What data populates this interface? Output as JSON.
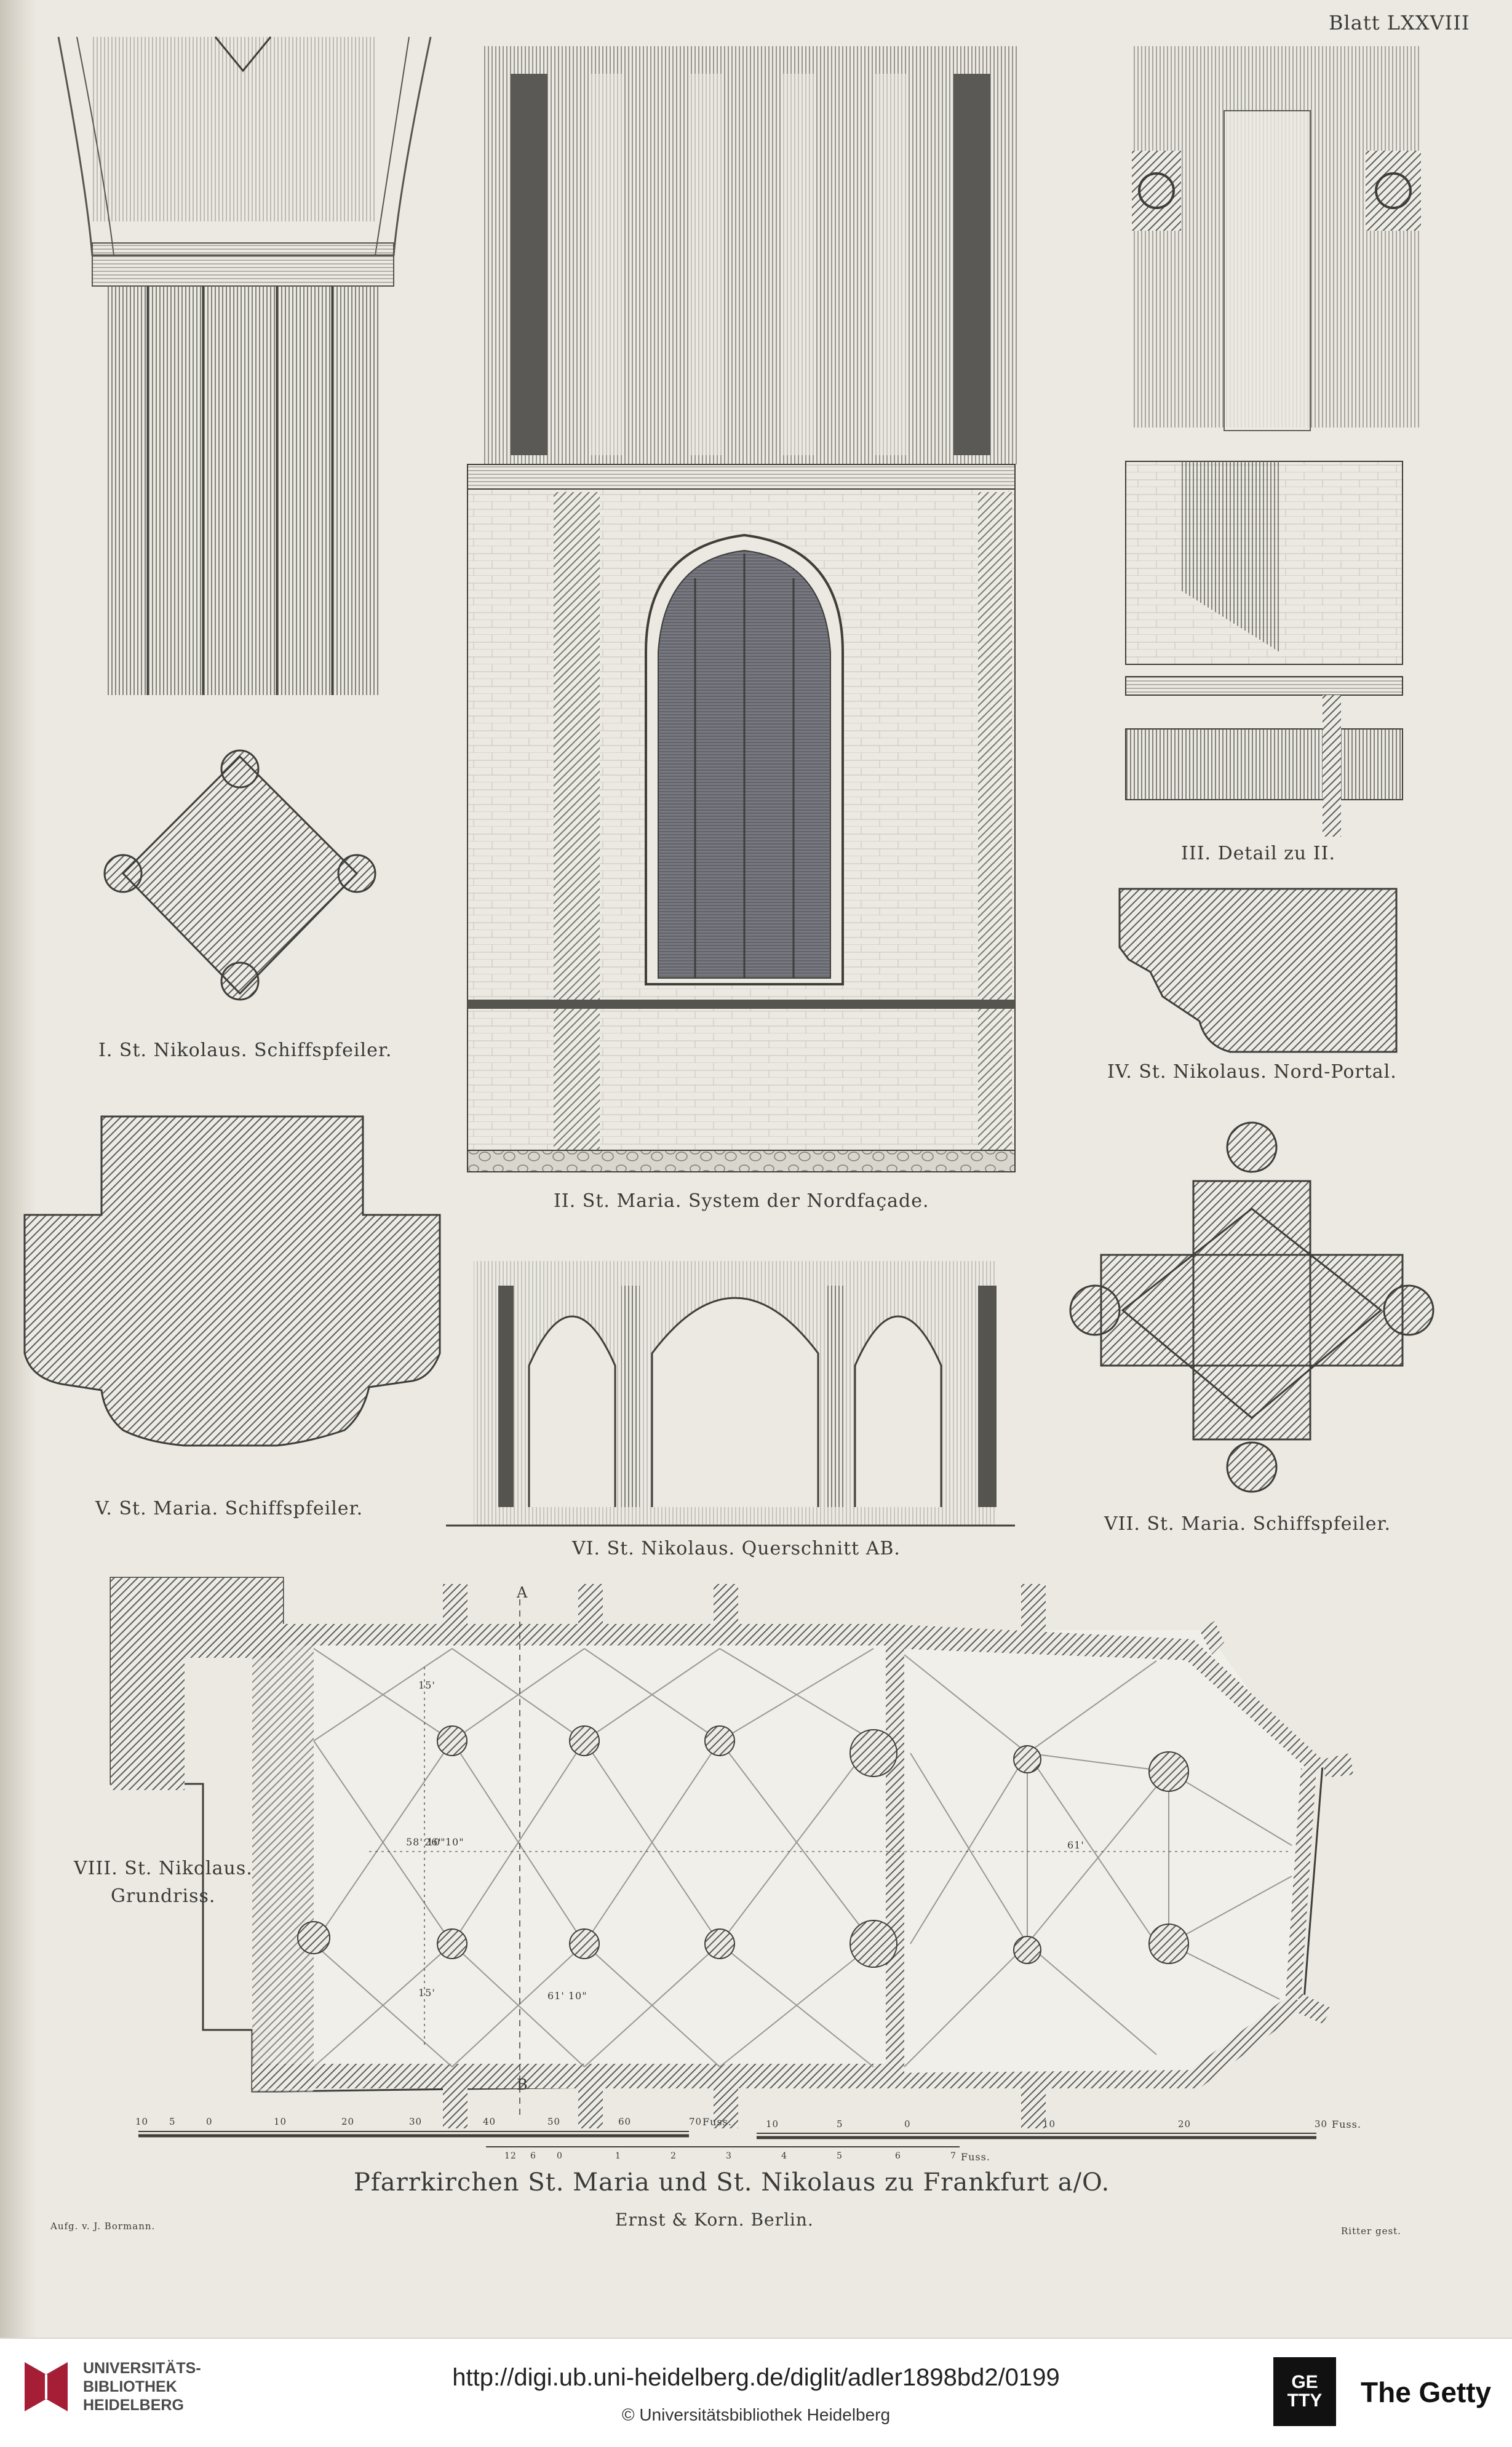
{
  "plate": {
    "sheet_number": "Blatt LXXVIII",
    "figures": [
      {
        "id": "I",
        "caption": "I. St. Nikolaus. Schiffspfeiler."
      },
      {
        "id": "II",
        "caption": "II. St. Maria. System der Nordfaçade."
      },
      {
        "id": "III",
        "caption": "III. Detail zu II."
      },
      {
        "id": "IV",
        "caption": "IV. St. Nikolaus. Nord-Portal."
      },
      {
        "id": "V",
        "caption": "V. St. Maria. Schiffspfeiler."
      },
      {
        "id": "VI",
        "caption": "VI. St. Nikolaus. Querschnitt AB."
      },
      {
        "id": "VII",
        "caption": "VII. St. Maria. Schiffspfeiler."
      },
      {
        "id": "VIII",
        "caption_line1": "VIII. St. Nikolaus.",
        "caption_line2": "Grundriss."
      }
    ],
    "plan_annotations": {
      "section_a": "A",
      "section_b": "B",
      "dim_15_top": "15'",
      "dim_58": "58' 10\"",
      "dim_26": "26' 10\"",
      "dim_15_bottom": "15'",
      "dim_61": "61' 10\"",
      "dim_choir": "61'"
    },
    "scales": {
      "scale1": {
        "ticks": [
          "10",
          "5",
          "0",
          "10",
          "20",
          "30",
          "40",
          "50",
          "60",
          "70"
        ],
        "unit": "Fuss."
      },
      "scale2": {
        "ticks": [
          "12",
          "6",
          "0",
          "1",
          "2",
          "3",
          "4",
          "5",
          "6",
          "7"
        ],
        "unit": "Fuss."
      },
      "scale3": {
        "ticks": [
          "10",
          "5",
          "0",
          "10",
          "20",
          "30"
        ],
        "unit": "Fuss."
      }
    },
    "title": "Pfarrkirchen St. Maria und St. Nikolaus zu Frankfurt a/O.",
    "publisher": "Ernst & Korn. Berlin.",
    "credit_left": "Aufg. v. J. Bormann.",
    "credit_right": "Ritter gest."
  },
  "footer": {
    "institution_line1": "UNIVERSITÄTS-",
    "institution_line2": "BIBLIOTHEK",
    "institution_line3": "HEIDELBERG",
    "url": "http://digi.ub.uni-heidelberg.de/diglit/adler1898bd2/0199",
    "copyright": "© Universitätsbibliothek Heidelberg",
    "getty_name": "The Getty",
    "getty_logo_text": "GETTY"
  },
  "colors": {
    "paper": "#ece9e2",
    "ink": "#3a3a38",
    "hatch": "#6f6e6a",
    "glass": "#6c6d73",
    "footer_bg": "#ffffff",
    "uni_red": "#a51e36"
  }
}
